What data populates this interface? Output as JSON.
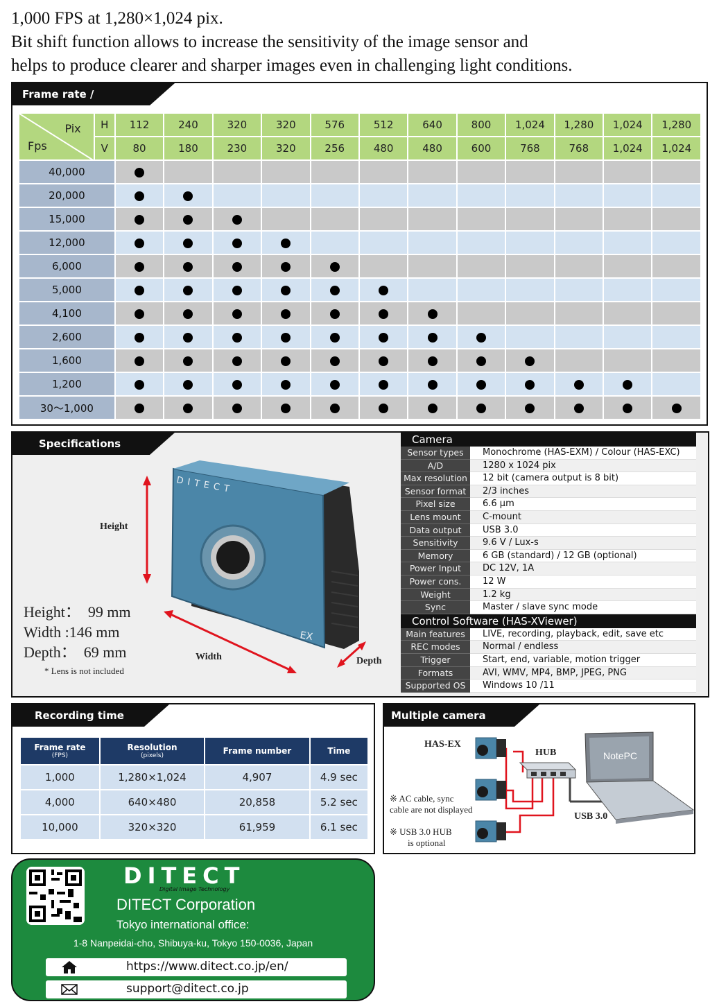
{
  "intro": {
    "line1": "1,000 FPS at 1,280×1,024 pix.",
    "line2": "Bit shift function allows to increase the sensitivity of the image sensor and",
    "line3": "helps to produce clearer and sharper images even in challenging light conditions."
  },
  "frame_rate": {
    "title": "Frame rate / resolution",
    "corner_pix": "Pix",
    "corner_fps": "Fps",
    "h_label": "H",
    "v_label": "V",
    "h_values": [
      "112",
      "240",
      "320",
      "320",
      "576",
      "512",
      "640",
      "800",
      "1,024",
      "1,280",
      "1,024",
      "1,280"
    ],
    "v_values": [
      "80",
      "180",
      "230",
      "320",
      "256",
      "480",
      "480",
      "600",
      "768",
      "768",
      "1,024",
      "1,024"
    ],
    "rows": [
      {
        "fps": "40,000",
        "supported_count": 1
      },
      {
        "fps": "20,000",
        "supported_count": 2
      },
      {
        "fps": "15,000",
        "supported_count": 3
      },
      {
        "fps": "12,000",
        "supported_count": 4
      },
      {
        "fps": "6,000",
        "supported_count": 5
      },
      {
        "fps": "5,000",
        "supported_count": 6
      },
      {
        "fps": "4,100",
        "supported_count": 7
      },
      {
        "fps": "2,600",
        "supported_count": 8
      },
      {
        "fps": "1,600",
        "supported_count": 9
      },
      {
        "fps": "1,200",
        "supported_count": 11
      },
      {
        "fps": "30〜1,000",
        "supported_count": 12
      }
    ]
  },
  "specs": {
    "title": "Specifications",
    "dims": {
      "height": "Height：  99 mm",
      "width": "Width :146 mm",
      "depth": "Depth：  69 mm",
      "note": "* Lens is not included"
    },
    "labels": {
      "height": "Height",
      "width": "Width",
      "depth": "Depth"
    },
    "camera_brand": "DITECT",
    "camera_model": "EX",
    "camera_head": "Camera",
    "camera": [
      {
        "key": "Sensor types",
        "value": "Monochrome (HAS-EXM) / Colour (HAS-EXC)"
      },
      {
        "key": "A/D",
        "value": "1280 x 1024 pix"
      },
      {
        "key": "Max resolution",
        "value": "12 bit (camera output is 8 bit)"
      },
      {
        "key": "Sensor format",
        "value": "2/3 inches"
      },
      {
        "key": "Pixel size",
        "value": "6.6 μm"
      },
      {
        "key": "Lens mount",
        "value": "C-mount"
      },
      {
        "key": "Data output",
        "value": "USB 3.0"
      },
      {
        "key": "Sensitivity",
        "value": "9.6 V / Lux-s"
      },
      {
        "key": "Memory",
        "value": "6 GB (standard) / 12 GB (optional)"
      },
      {
        "key": "Power Input",
        "value": "DC 12V, 1A"
      },
      {
        "key": "Power cons.",
        "value": "12 W"
      },
      {
        "key": "Weight",
        "value": "1.2 kg"
      },
      {
        "key": "Sync",
        "value": "Master / slave sync mode"
      }
    ],
    "software_head": "Control Software (HAS-XViewer)",
    "software": [
      {
        "key": "Main features",
        "value": "LIVE, recording, playback, edit, save etc"
      },
      {
        "key": "REC modes",
        "value": "Normal / endless"
      },
      {
        "key": "Trigger",
        "value": "Start, end, variable, motion trigger"
      },
      {
        "key": "Formats",
        "value": "AVI, WMV, MP4, BMP, JPEG, PNG"
      },
      {
        "key": "Supported OS",
        "value": "Windows 10 /11"
      }
    ]
  },
  "recording": {
    "title": "Recording time",
    "headers": [
      {
        "label": "Frame rate",
        "sub": "(FPS)"
      },
      {
        "label": "Resolution",
        "sub": "(pixels)"
      },
      {
        "label": "Frame number",
        "sub": ""
      },
      {
        "label": "Time",
        "sub": ""
      }
    ],
    "rows": [
      [
        "1,000",
        "1,280×1,024",
        "4,907",
        "4.9 sec"
      ],
      [
        "4,000",
        "640×480",
        "20,858",
        "5.2 sec"
      ],
      [
        "10,000",
        "320×320",
        "61,959",
        "6.1 sec"
      ]
    ]
  },
  "multi": {
    "title": "Multiple camera setup",
    "has_ex": "HAS-EX",
    "hub": "HUB",
    "notepc": "NotePC",
    "usb": "USB 3.0",
    "note1a": "※ AC cable, sync",
    "note1b": "cable are not displayed",
    "note2a": "※ USB 3.0 HUB",
    "note2b": "is optional"
  },
  "footer": {
    "logo": "DITECT",
    "logo_sub": "Digital Image Technology",
    "company": "DITECT Corporation",
    "office": "Tokyo international office:",
    "address": "1-8 Nanpeidai-cho, Shibuya-ku, Tokyo 150-0036, Japan",
    "url": "https://www.ditect.co.jp/en/",
    "email": "support@ditect.co.jp"
  },
  "colors": {
    "header_green": "#b3d77f",
    "row_gray": "#c9c9c9",
    "row_blue": "#d3e2f1",
    "fps_col": "#a7b7cc",
    "rec_header": "#1e3a66",
    "footer_green": "#1d8a3e",
    "arrow_red": "#e0141e"
  }
}
